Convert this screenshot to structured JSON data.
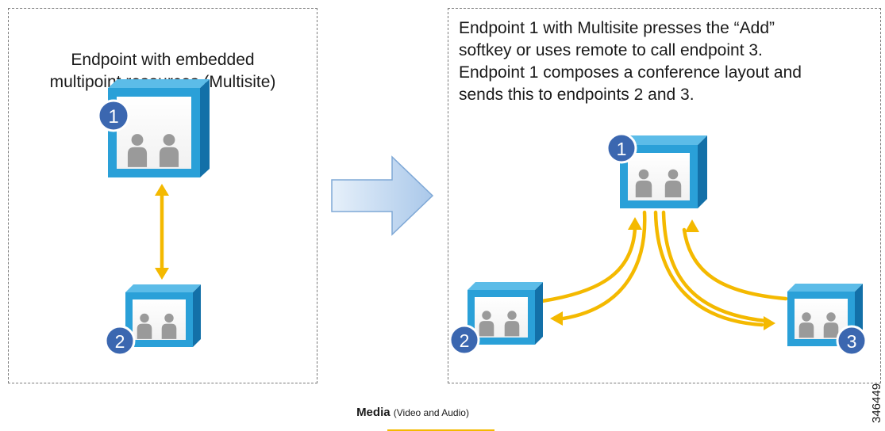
{
  "left_panel": {
    "caption_line1": "Endpoint with embedded",
    "caption_line2": "multipoint resources (Multisite)",
    "endpoints": [
      {
        "label": "1"
      },
      {
        "label": "2"
      }
    ]
  },
  "right_panel": {
    "caption_lines": [
      "Endpoint 1 with Multisite presses the “Add”",
      "softkey or uses remote to call endpoint 3.",
      "Endpoint 1 composes a conference layout and",
      "sends this to endpoints 2 and 3."
    ],
    "endpoints": [
      {
        "label": "1"
      },
      {
        "label": "2"
      },
      {
        "label": "3"
      }
    ]
  },
  "legend": {
    "bold_text": "Media",
    "detail_text": "(Video and Audio)"
  },
  "figure_id": "346449",
  "colors": {
    "endpoint_blue": "#2aa0d8",
    "endpoint_dark": "#1370a8",
    "badge_blue": "#3b67b0",
    "media_arrow": "#f4b900",
    "person_gray": "#9a9a9a",
    "transition_arrow": "#b9d3ee"
  }
}
